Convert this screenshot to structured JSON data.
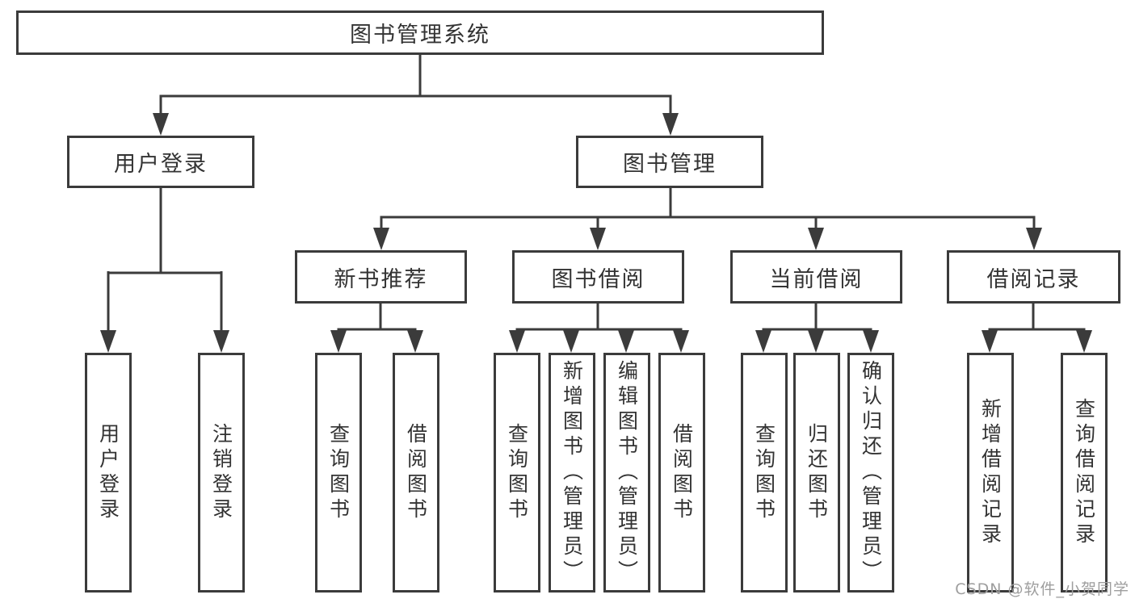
{
  "watermark": "CSDN @软件_小贺同学",
  "colors": {
    "line": "#3b3b3b",
    "text": "#333333",
    "watermark": "#9e9e9e",
    "background": "#ffffff"
  },
  "tree": {
    "label": "图书管理系统",
    "children": [
      {
        "label": "用户登录",
        "children": [
          {
            "label": "用户登录"
          },
          {
            "label": "注销登录"
          }
        ]
      },
      {
        "label": "图书管理",
        "children": [
          {
            "label": "新书推荐",
            "children": [
              {
                "label": "查询图书"
              },
              {
                "label": "借阅图书"
              }
            ]
          },
          {
            "label": "图书借阅",
            "children": [
              {
                "label": "查询图书"
              },
              {
                "label": "新增图书（管理员）"
              },
              {
                "label": "编辑图书（管理员）"
              },
              {
                "label": "借阅图书"
              }
            ]
          },
          {
            "label": "当前借阅",
            "children": [
              {
                "label": "查询图书"
              },
              {
                "label": "归还图书"
              },
              {
                "label": "确认归还（管理员）"
              }
            ]
          },
          {
            "label": "借阅记录",
            "children": [
              {
                "label": "新增借阅记录"
              },
              {
                "label": "查询借阅记录"
              }
            ]
          }
        ]
      }
    ]
  }
}
